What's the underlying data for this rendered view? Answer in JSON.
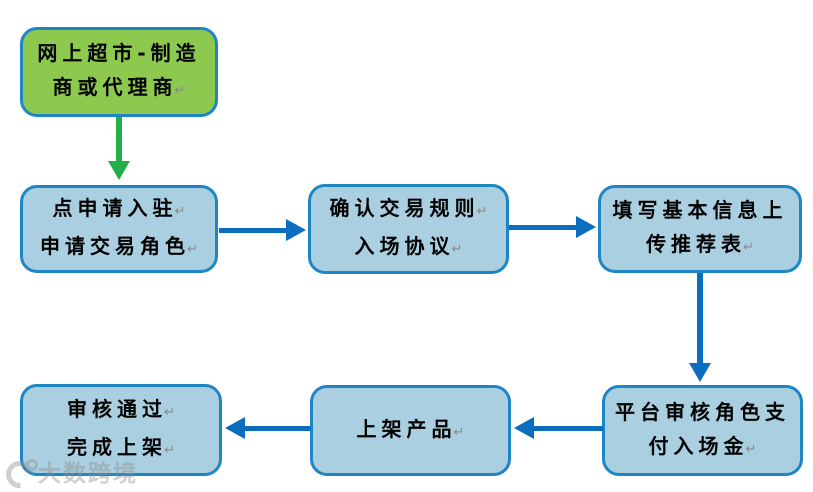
{
  "diagram": {
    "title": "merchant-onboarding-flowchart",
    "nodes": {
      "start": {
        "line1": "网上超市-制造",
        "line2": "商或代理商",
        "mark2": "↵"
      },
      "apply": {
        "line1": "点申请入驻",
        "mark1": "↵",
        "line2": "申请交易角色",
        "mark2": "↵"
      },
      "confirm": {
        "line1": "确认交易规则",
        "mark1": "↵",
        "line2": "入场协议",
        "mark2": "↵"
      },
      "fill": {
        "line1": "填写基本信息上",
        "line2": "传推荐表",
        "mark2": "↵"
      },
      "review": {
        "line1": "平台审核角色支",
        "line2": "付入场金",
        "mark2": "↵"
      },
      "shelf": {
        "line1": "上架产品",
        "mark1": "↵"
      },
      "done": {
        "line1": "审核通过",
        "mark1": "↵",
        "line2": "完成上架",
        "mark2": "↵"
      }
    },
    "edges": [
      {
        "from": "start",
        "to": "apply",
        "direction": "down",
        "color": "#21af4b"
      },
      {
        "from": "apply",
        "to": "confirm",
        "direction": "right",
        "color": "#0b6dbe"
      },
      {
        "from": "confirm",
        "to": "fill",
        "direction": "right",
        "color": "#0b6dbe"
      },
      {
        "from": "fill",
        "to": "review",
        "direction": "down",
        "color": "#0b6dbe"
      },
      {
        "from": "review",
        "to": "shelf",
        "direction": "left",
        "color": "#0b6dbe"
      },
      {
        "from": "shelf",
        "to": "done",
        "direction": "left",
        "color": "#0b6dbe"
      }
    ],
    "colors": {
      "start_node_fill": "#8dc94e",
      "node_fill": "#a9cfe0",
      "node_border": "#1f86c6",
      "arrow_blue": "#0b6dbe",
      "arrow_green": "#21af4b",
      "text": "#000000",
      "return_mark": "#8a8a8a"
    },
    "watermark": {
      "text": "大数跨境"
    }
  }
}
